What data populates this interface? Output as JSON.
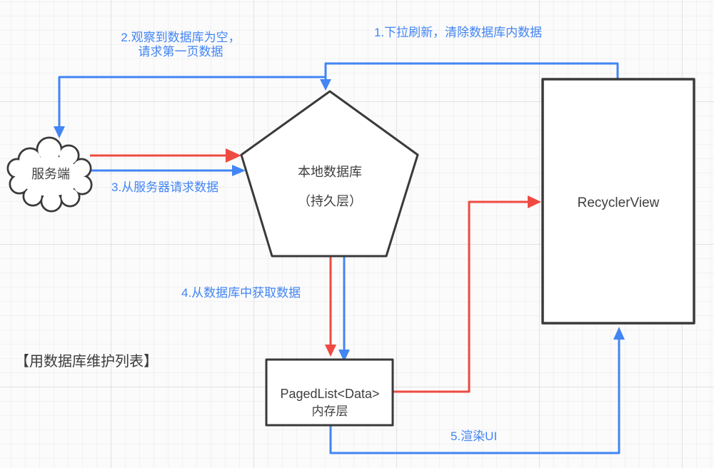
{
  "canvas": {
    "caption": "【用数据库维护列表】"
  },
  "colors": {
    "blue": "#4285F4",
    "red": "#EF4A42",
    "stroke": "#3A3A3A",
    "text": "#3F3F3F",
    "caption": "#3B3B3B"
  },
  "nodes": {
    "server": {
      "shape": "cloud",
      "label": "服务端"
    },
    "local_db": {
      "shape": "pentagon",
      "title": "本地数据库",
      "subtitle": "（持久层）"
    },
    "recycler_view": {
      "shape": "rectangle",
      "label": "RecyclerView"
    },
    "paged_list": {
      "shape": "rectangle",
      "title": "PagedList<Data>",
      "subtitle": "内存层"
    }
  },
  "edges": {
    "e1": {
      "color": "#4285F4",
      "from": "RecyclerView",
      "to": "本地数据库",
      "label": "1.下拉刷新，清除数据库内数据"
    },
    "e2": {
      "color": "#4285F4",
      "from": "本地数据库",
      "to": "服务端",
      "label_line1": "2.观察到数据库为空，",
      "label_line2": "请求第一页数据"
    },
    "e3": {
      "color": "#EF4A42",
      "from": "服务端",
      "to": "本地数据库",
      "label": ""
    },
    "e4": {
      "color": "#4285F4",
      "from": "服务端",
      "to": "本地数据库",
      "label": "3.从服务器请求数据"
    },
    "e5": {
      "color": "#EF4A42",
      "from": "本地数据库",
      "to": "PagedList<Data>",
      "label": ""
    },
    "e6": {
      "color": "#4285F4",
      "from": "本地数据库",
      "to": "PagedList<Data>",
      "label": "4.从数据库中获取数据"
    },
    "e7": {
      "color": "#EF4A42",
      "from": "PagedList<Data>",
      "to": "RecyclerView",
      "label": ""
    },
    "e8": {
      "color": "#4285F4",
      "from": "PagedList<Data>",
      "to": "RecyclerView",
      "label": "5.渲染UI"
    }
  }
}
